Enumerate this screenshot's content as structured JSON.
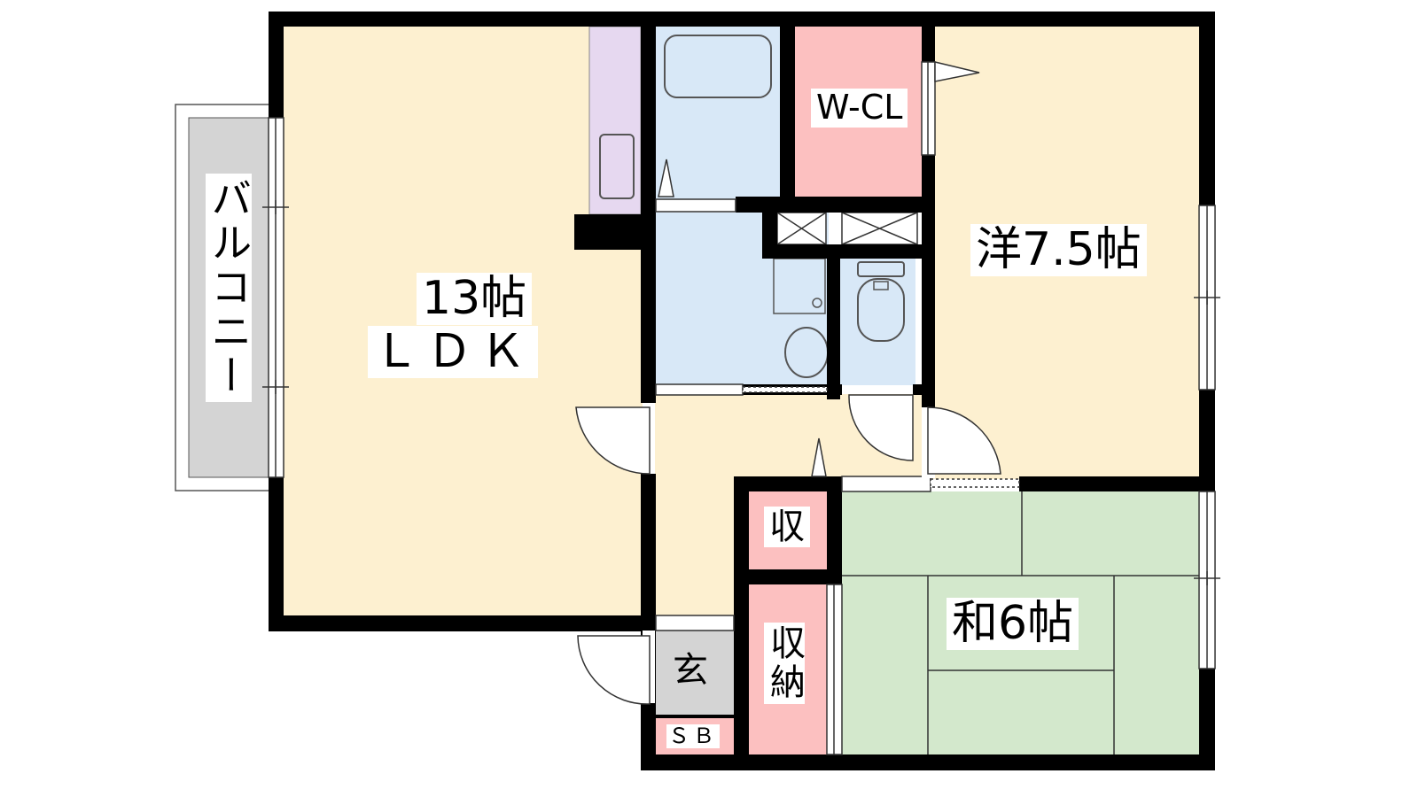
{
  "rooms": {
    "ldk": {
      "line1": "13帖",
      "line2": "ＬＤＫ"
    },
    "western": {
      "label": "洋7.5帖"
    },
    "japanese": {
      "label": "和6帖"
    },
    "walk_in_closet": {
      "label": "W-CL"
    },
    "balcony": {
      "label": "バルコニー"
    },
    "storage_small": {
      "label": "収"
    },
    "storage": {
      "label": "収納"
    },
    "entrance": {
      "label": "玄"
    },
    "shoe_box": {
      "label": "ＳＢ"
    }
  },
  "colors": {
    "living": "#fdf0d0",
    "wet_area": "#d8e8f7",
    "closet": "#fcc0c0",
    "tatami": "#d3e8cc",
    "balcony": "#d4d4d4",
    "entrance": "#d4d4d4",
    "kitchen": "#e6d8f0",
    "wall": "#000000"
  }
}
